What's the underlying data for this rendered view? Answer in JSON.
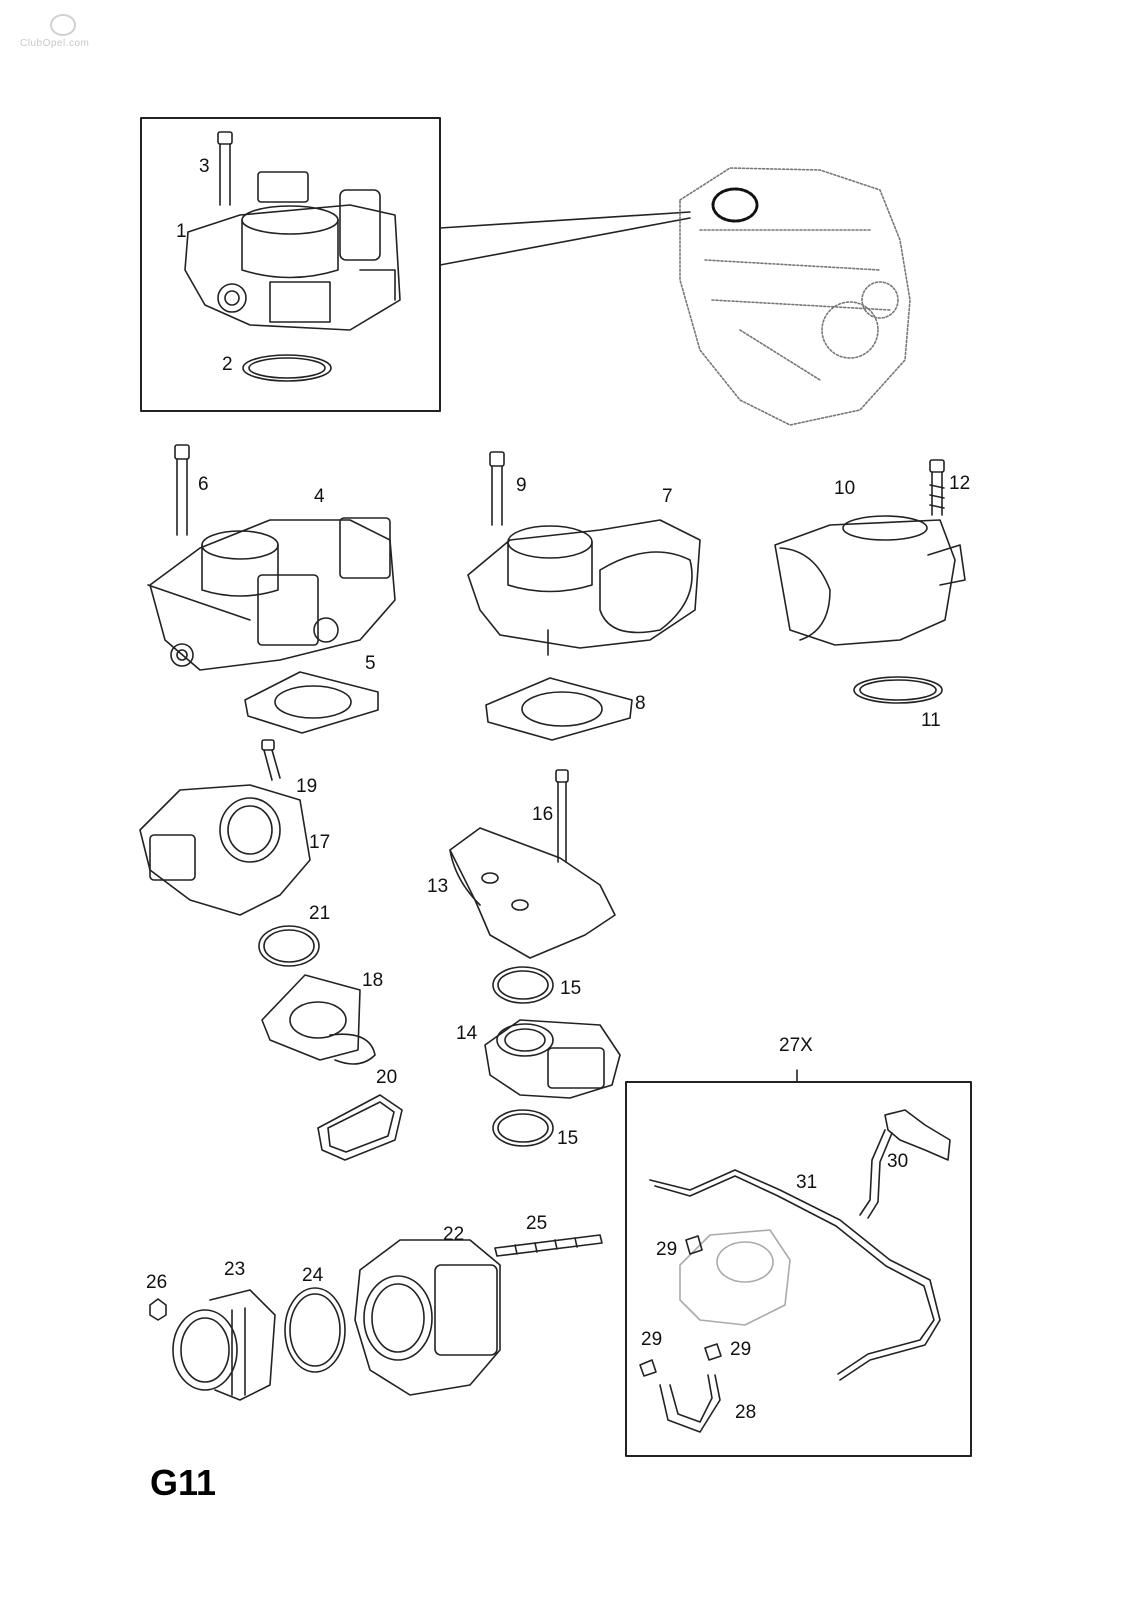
{
  "diagram": {
    "page_code": "G11",
    "watermark": "ClubOpel.com",
    "kit_label": "27X",
    "callouts": {
      "c1": "1",
      "c2": "2",
      "c3": "3",
      "c4": "4",
      "c5": "5",
      "c6": "6",
      "c7": "7",
      "c8": "8",
      "c9": "9",
      "c10": "10",
      "c11": "11",
      "c12": "12",
      "c13": "13",
      "c14": "14",
      "c15a": "15",
      "c15b": "15",
      "c16": "16",
      "c17": "17",
      "c18": "18",
      "c19": "19",
      "c20": "20",
      "c21": "21",
      "c22": "22",
      "c23": "23",
      "c24": "24",
      "c25": "25",
      "c26": "26",
      "c28": "28",
      "c29a": "29",
      "c29b": "29",
      "c29c": "29",
      "c30": "30",
      "c31": "31"
    }
  }
}
